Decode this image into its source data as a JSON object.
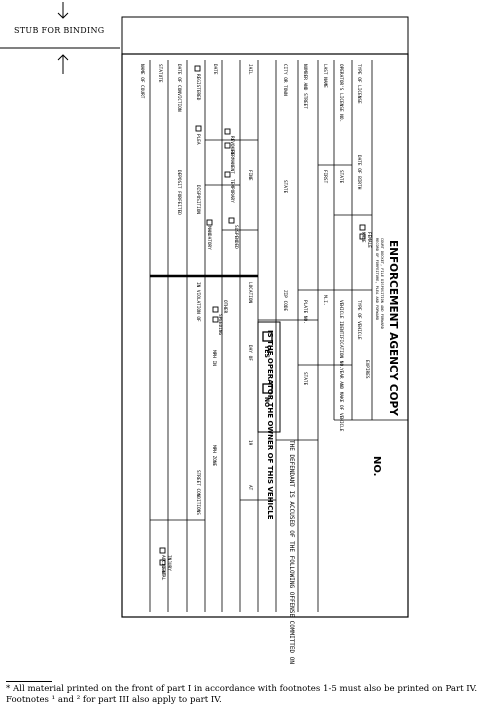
{
  "stub_label": "STUB FOR BINDING",
  "form": {
    "title": "ENFORCEMENT AGENCY COPY",
    "number_label": "NO.",
    "court_label": "COURT DOCKET, FILE DISPOSITION AND FORWARD",
    "court_label_2": "RECORD OF FORFEITURE, PLEA AND FORWARD",
    "license": {
      "type": "TYPE OF LICENSE",
      "number": "OPERATOR'S LICENSE NO.",
      "state": "STATE",
      "expires": "EXPIRES",
      "name": "LAST NAME",
      "first": "FIRST",
      "mi": "M.I.",
      "date_of_birth": "DATE OF BIRTH",
      "sex_male": "MALE",
      "sex_female": "FEMALE"
    },
    "address": {
      "street": "NUMBER AND STREET",
      "city": "CITY OR TOWN",
      "state": "STATE",
      "zip": "ZIP CODE"
    },
    "vehicle": {
      "plate": "PLATE NO.",
      "state": "STATE",
      "year": "YEAR AND MAKE OF VEHICLE",
      "vin": "VEHICLE IDENTIFICATION NO.",
      "type": "TYPE OF VEHICLE",
      "owner_question": "IS THE OPERATOR THE OWNER OF THIS VEHICLE",
      "yes": "YES",
      "no": "NO"
    },
    "offense": {
      "accused": "THE DEFENDANT IS ACCUSED OF THE FOLLOWING OFFENSE COMMITTED ON",
      "day_of": "DAY OF",
      "year_at": "19",
      "time_at": "AT",
      "location": "LOCATION",
      "in_violation": "IN VIOLATION OF",
      "speed": "SPEEDING",
      "mph_in": "MPH IN",
      "mph_zone": "MPH ZONE",
      "other": "OTHER",
      "street_conditions": "STREET CONDITIONS",
      "disposition": "DISPOSITION",
      "date_of_conviction": "DATE OF CONVICTION",
      "name_of_court": "NAME OF COURT",
      "statute": "STATUTE",
      "fine": "FINE",
      "date": "DATE",
      "suspended": "SUSPENDED",
      "revoked": "REVOKED",
      "registered": "REGISTERED",
      "permanent": "PERMANENT",
      "temporary": "TEMPORARY",
      "mandatory": "MANDATORY",
      "jail": "JAIL",
      "deposit_forfeited": "DEPOSIT FORFEITED",
      "plea": "PLEA",
      "fatal": "FATAL",
      "accident": "ACCIDENT",
      "injury": "INJURY"
    }
  },
  "footnote": "* All material printed on the front of part I in accordance with footnotes 1-5 must also be printed on Part IV.  Footnotes ¹ and ² for part III also apply to part IV."
}
